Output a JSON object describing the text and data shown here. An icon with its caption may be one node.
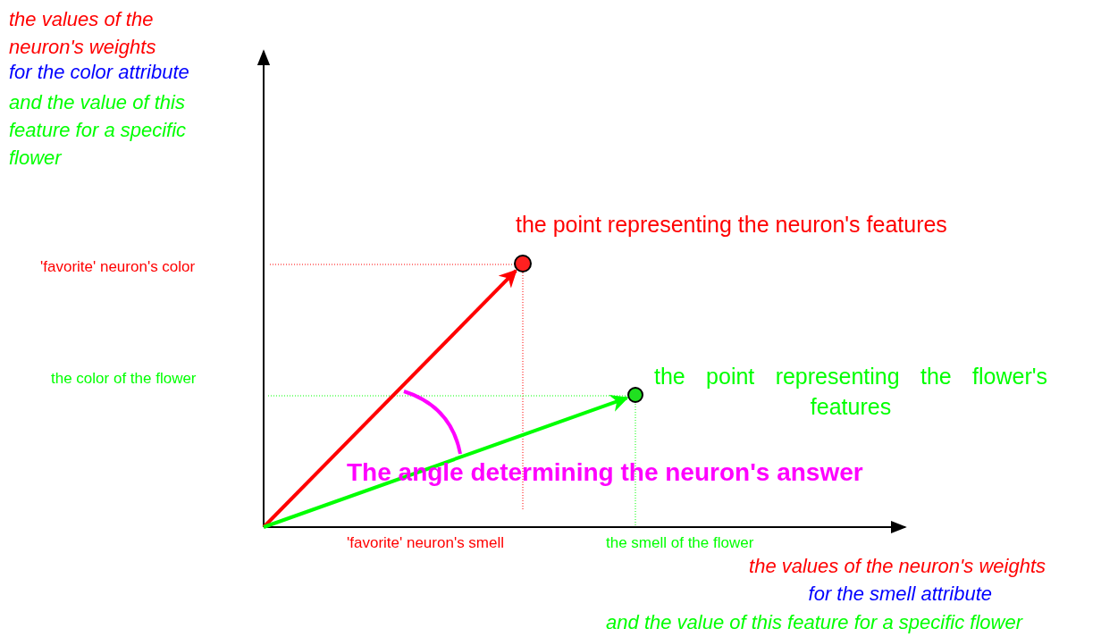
{
  "diagram": {
    "nodes": [
      {
        "text": [],
        "shape": "circle",
        "beside": [
          "the point representing the neuron's features"
        ]
      },
      {
        "text": [],
        "shape": "circle",
        "beside": [
          "the point representing the flower's features"
        ]
      }
    ],
    "edges": [
      {
        "from": null,
        "to": 0,
        "arrow": "to",
        "color": "#ff0000"
      },
      {
        "from": null,
        "to": 1,
        "arrow": "to",
        "color": "#00ff00"
      }
    ],
    "labels": [
      "the values of the neuron's weights",
      "for the color attribute",
      "and the value of this feature for a specific flower",
      "'favorite' neuron's color",
      "the color of the flower",
      "The angle determining the neuron's answer",
      "'favorite' neuron's smell",
      "the smell of the flower",
      "the values of the neuron's weights",
      "for the smell attribute",
      "and the value of this feature for a specific flower"
    ]
  }
}
